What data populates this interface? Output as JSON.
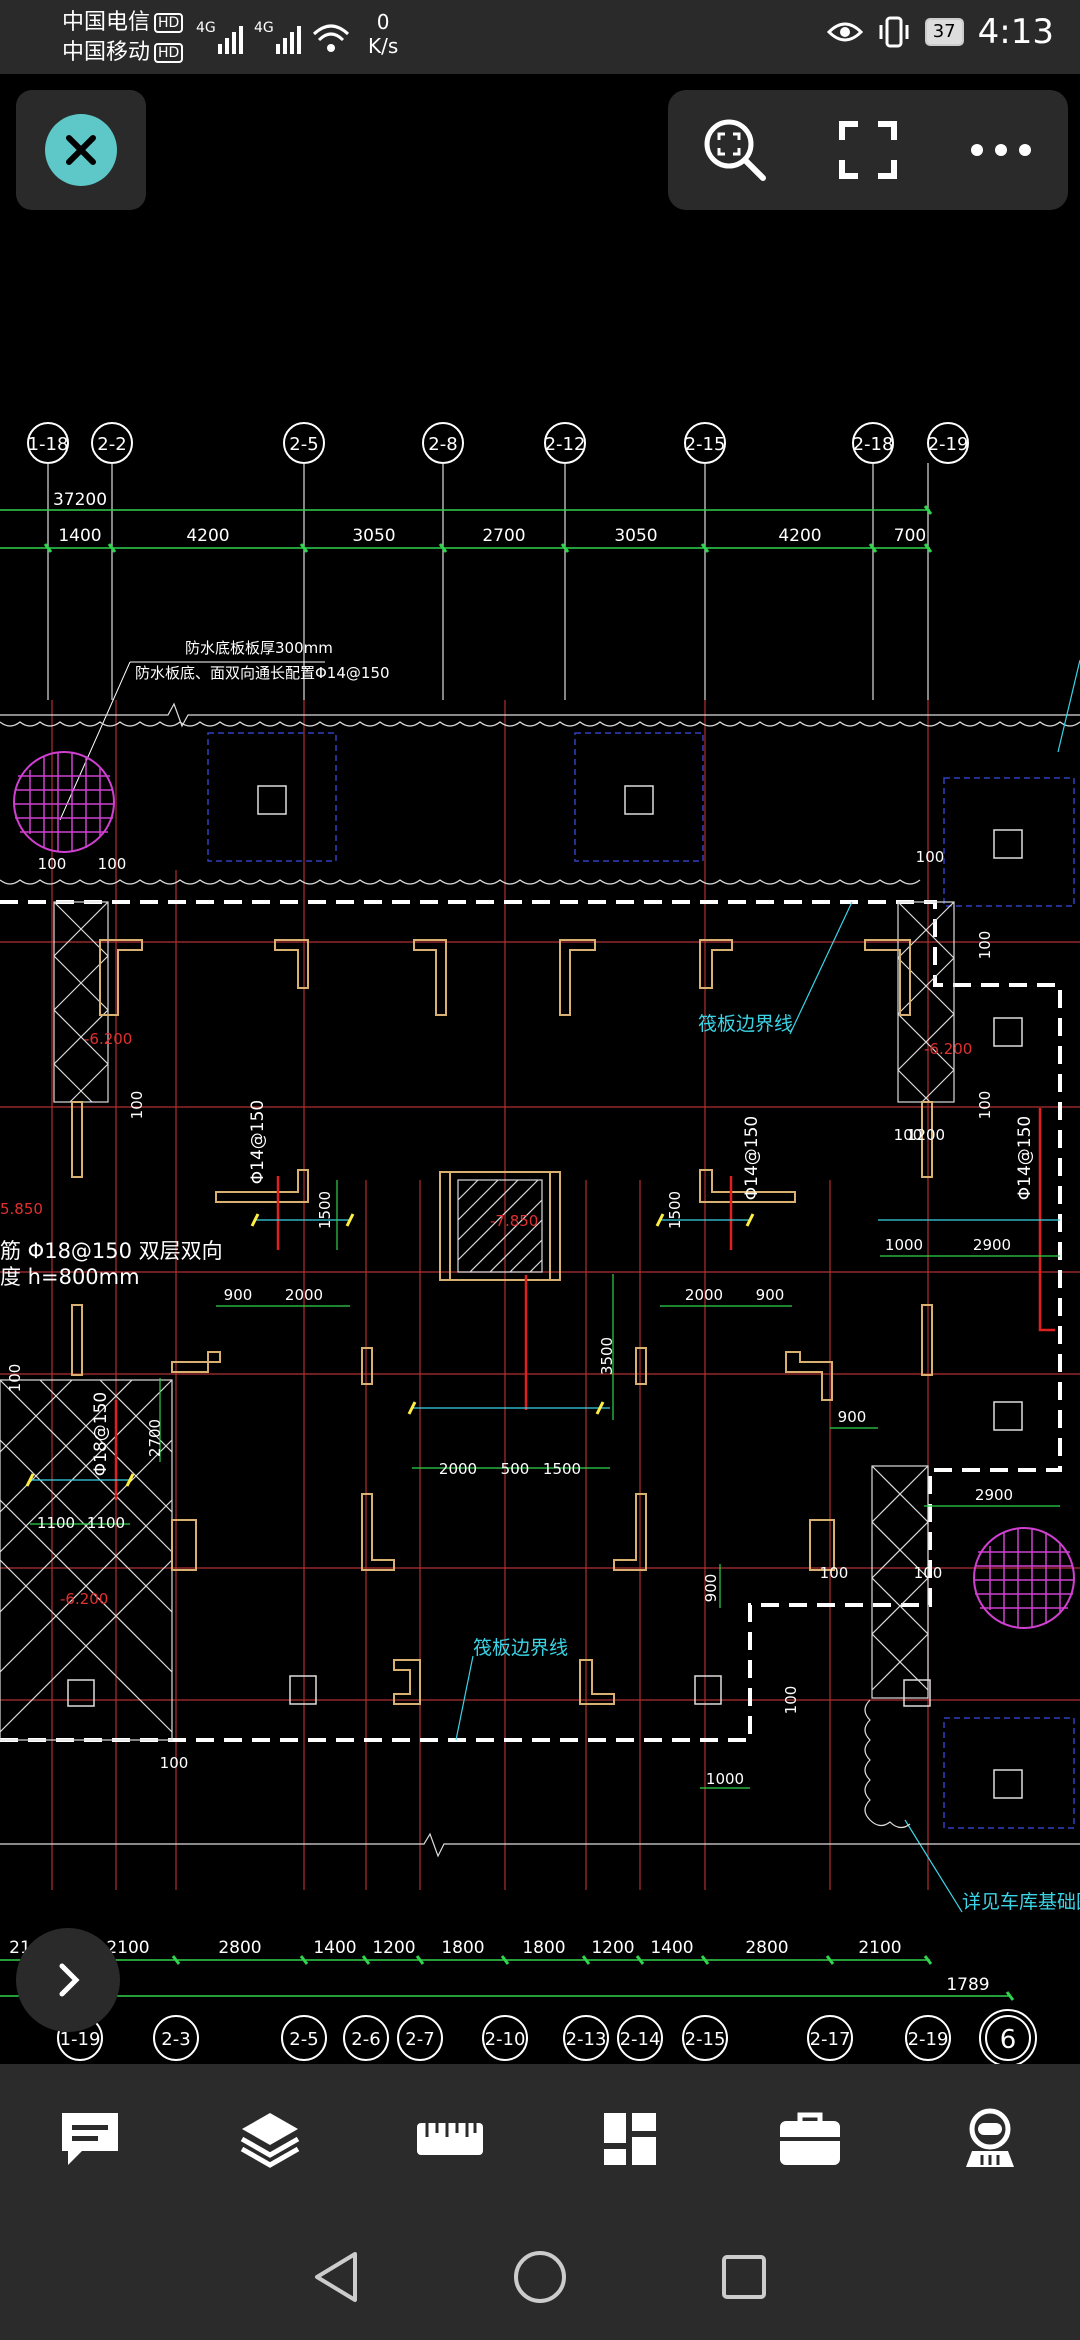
{
  "status_bar": {
    "carrier1": "中国电信",
    "carrier2": "中国移动",
    "hd": "HD",
    "net_label": "4G",
    "speed_value": "0",
    "speed_unit": "K/s",
    "battery": "37",
    "time": "4:13"
  },
  "drawing": {
    "top_axes": [
      "1-18",
      "2-2",
      "2-5",
      "2-8",
      "2-12",
      "2-15",
      "2-18",
      "2-19"
    ],
    "bottom_axes": [
      "1-19",
      "2-3",
      "2-5",
      "2-6",
      "2-7",
      "2-10",
      "2-13",
      "2-14",
      "2-15",
      "2-17",
      "2-19",
      "6"
    ],
    "overall_dim": "37200",
    "top_dims": [
      "1400",
      "4200",
      "3050",
      "2700",
      "3050",
      "4200",
      "700"
    ],
    "bottom_dims": [
      "2100",
      "2800",
      "1400",
      "1200",
      "1800",
      "1800",
      "1200",
      "1400",
      "2800",
      "2100"
    ],
    "bottom_dim_right": "1789",
    "bottom_dim_left_partial": "21",
    "note_line1": "防水底板板厚300mm",
    "note_line2": "防水板底、面双向通长配置Φ14@150",
    "raft_edge_label": "筏板边界线",
    "see_garage_label": "详见车库基础图",
    "rebar_left_line1": "筋   Φ18@150 双层双向",
    "rebar_left_line2": "度    h=800mm",
    "level_left": "5.850",
    "level_elev1": "-6.200",
    "level_elev2": "-6.200",
    "level_center": "-7.850",
    "level_bottom_left": "-6.200",
    "rebar_phi14": "Φ14@150",
    "rebar_phi18": "Φ18@150",
    "dims": {
      "d100": "100",
      "d1200": "1200",
      "d1500": "1500",
      "d900": "900",
      "d2000": "2000",
      "d2900": "2900",
      "d1000": "1000",
      "d3500": "3500",
      "d500": "500",
      "d2700": "2700",
      "d1100": "1100"
    }
  },
  "bottom_toolbar": {
    "icons": [
      "comment-icon",
      "layers-icon",
      "ruler-icon",
      "dashboard-icon",
      "briefcase-icon",
      "robot-icon"
    ]
  },
  "nav_bar": {
    "icons": [
      "back-icon",
      "home-icon",
      "recents-icon"
    ]
  },
  "colors": {
    "cad_bg": "#000000",
    "grid_red": "#b03030",
    "grid_green": "#2fd34c",
    "dim_text": "#ffffff",
    "cyan_label": "#3ad4e6",
    "column_gold": "#d8b070",
    "accent_close": "#5ec8c8"
  }
}
